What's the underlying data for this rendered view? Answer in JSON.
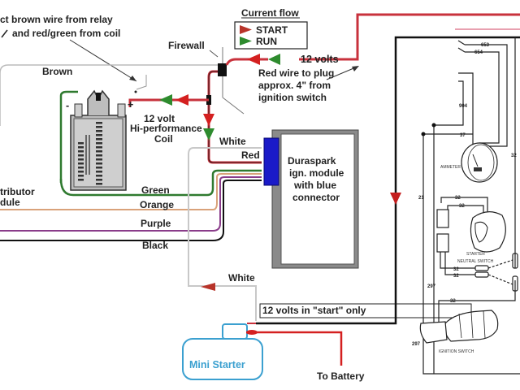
{
  "notes": {
    "top_left_line1": "ct brown wire from relay",
    "top_left_line2": "and red/green from coil",
    "brown_label": "Brown",
    "firewall": "Firewall",
    "twelve_volts": "12 volts",
    "red_wire_note_line1": "Red wire to plug",
    "red_wire_note_line2": "approx. 4\" from",
    "red_wire_note_line3": "ignition switch"
  },
  "legend": {
    "title": "Current flow",
    "items": [
      {
        "label": "START",
        "color": "#b8342a"
      },
      {
        "label": "RUN",
        "color": "#2e8b2e"
      }
    ]
  },
  "coil": {
    "minus": "-",
    "plus": "+",
    "label_line1": "12 volt",
    "label_line2": "Hi-performance",
    "label_line3": "Coil"
  },
  "module": {
    "label_line1": "Duraspark",
    "label_line2": "ign. module",
    "label_line3": "with blue",
    "label_line4": "connector",
    "connector_color": "#1a1ac8"
  },
  "wires": {
    "white_top": "White",
    "red": "Red",
    "green": "Green",
    "orange": "Orange",
    "purple": "Purple",
    "black": "Black",
    "white_bottom": "White",
    "distributor_line1": "tributor",
    "distributor_line2": "dule"
  },
  "starter": {
    "twelve_volts_start": "12 volts in \"start\" only",
    "mini_starter": "Mini Starter",
    "to_battery": "To Battery"
  },
  "schematic": {
    "wire_numbers": [
      "653",
      "654",
      "904",
      "37",
      "32",
      "21",
      "32",
      "32",
      "32",
      "32",
      "297",
      "32",
      "297"
    ],
    "ammeter": "AMMETER",
    "starter_neutral_line1": "STARTER",
    "starter_neutral_line2": "NEUTRAL SWITCH",
    "ignition_switch": "IGNITION SWITCH"
  },
  "colors": {
    "red_wire": "#c8323c",
    "green_wire": "#2f7a2f",
    "orange_wire": "#d9a27a",
    "purple_wire": "#8a3c8a",
    "black_wire": "#111111",
    "start_arrow": "#c41e1e",
    "run_arrow": "#2e8b2e",
    "starter_blue": "#3ba0d0"
  }
}
